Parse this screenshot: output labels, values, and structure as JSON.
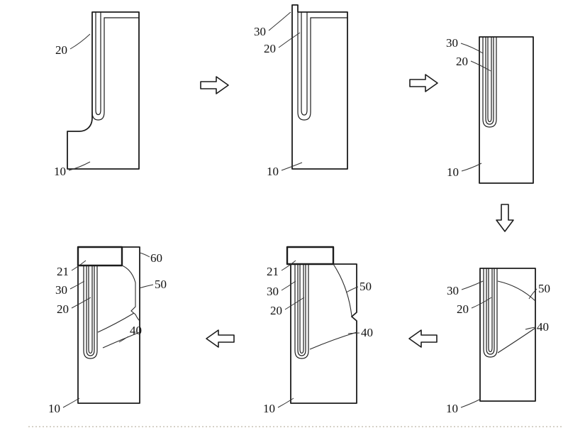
{
  "figure": {
    "kind": "patent-process-flow",
    "background": "#ffffff",
    "line_color": "#1c1c1c",
    "baseline_color": "#c9c4b6",
    "panels": [
      {
        "id": "step-1",
        "position": "top-left",
        "refs": {
          "r20": "20",
          "r10": "10"
        }
      },
      {
        "id": "step-2",
        "position": "top-middle",
        "refs": {
          "r30": "30",
          "r20": "20",
          "r10": "10"
        }
      },
      {
        "id": "step-3",
        "position": "top-right",
        "refs": {
          "r30": "30",
          "r20": "20",
          "r10": "10"
        }
      },
      {
        "id": "step-4",
        "position": "bottom-left",
        "refs": {
          "r21": "21",
          "r30": "30",
          "r20": "20",
          "r60": "60",
          "r50": "50",
          "r40": "40",
          "r10": "10"
        }
      },
      {
        "id": "step-5",
        "position": "bottom-middle",
        "refs": {
          "r21": "21",
          "r30": "30",
          "r20": "20",
          "r50": "50",
          "r40": "40",
          "r10": "10"
        }
      },
      {
        "id": "step-6",
        "position": "bottom-right",
        "refs": {
          "r30": "30",
          "r20": "20",
          "r50": "50",
          "r40": "40",
          "r10": "10"
        }
      }
    ],
    "arrows": [
      {
        "from": "step-1",
        "to": "step-2",
        "direction": "right"
      },
      {
        "from": "step-2",
        "to": "step-3",
        "direction": "right"
      },
      {
        "from": "step-3",
        "to": "step-6",
        "direction": "down"
      },
      {
        "from": "step-6",
        "to": "step-5",
        "direction": "left"
      },
      {
        "from": "step-5",
        "to": "step-4",
        "direction": "left"
      }
    ]
  }
}
